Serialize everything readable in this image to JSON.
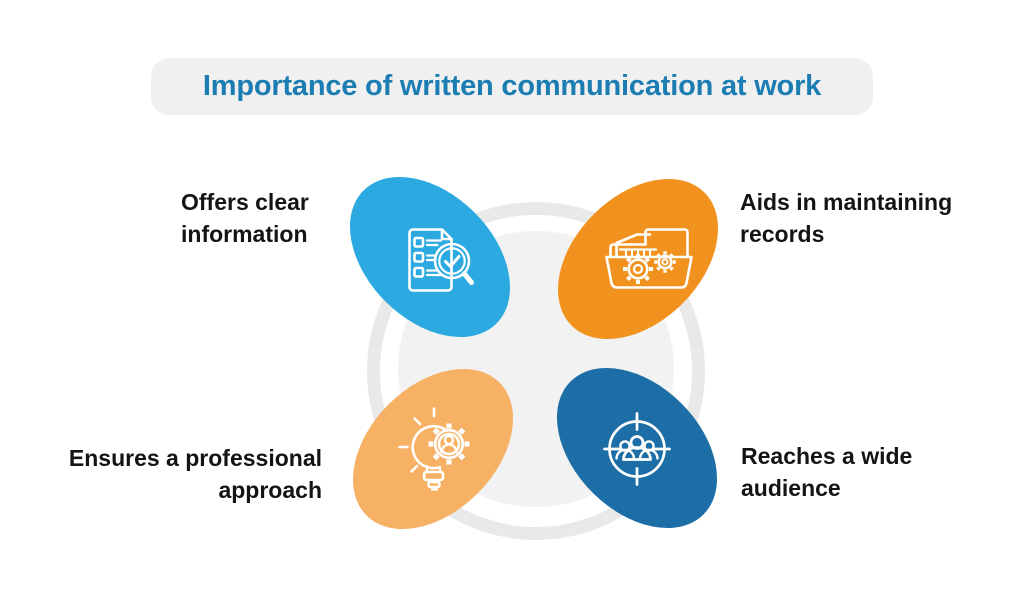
{
  "title": {
    "text": "Importance of written communication at work"
  },
  "colors": {
    "page_background": "#FFFFFF",
    "title_text": "#1B7DB2",
    "title_background": "#F0F0F0",
    "ring": "#E9E9E9",
    "inner_circle": "#F2F2F2",
    "label_text": "#141414",
    "icon_stroke": "#FFFFFF",
    "petal_blue": "#2BA9E0",
    "petal_orange": "#F2921E",
    "petal_light_orange": "#F6B164",
    "petal_dark_blue": "#1D6EA6"
  },
  "items": [
    {
      "id": "offers-clear-information",
      "position": "top-left",
      "label": "Offers clear information",
      "label_lines": [
        "Offers clear",
        "information"
      ],
      "color": "#2BA9E0",
      "icon": "document-checklist-magnifier-icon"
    },
    {
      "id": "aids-in-maintaining-records",
      "position": "top-right",
      "label": "Aids in maintaining records",
      "label_lines": [
        "Aids in maintaining",
        "records"
      ],
      "color": "#F2921E",
      "icon": "folder-gears-icon"
    },
    {
      "id": "ensures-a-professional-approach",
      "position": "bottom-left",
      "label": "Ensures a professional approach",
      "label_lines": [
        "Ensures a professional",
        "approach"
      ],
      "color": "#F6B164",
      "icon": "lightbulb-gear-person-icon"
    },
    {
      "id": "reaches-a-wide-audience",
      "position": "bottom-right",
      "label": "Reaches a wide audience",
      "label_lines": [
        "Reaches a wide",
        "audience"
      ],
      "color": "#1D6EA6",
      "icon": "target-audience-icon"
    }
  ]
}
